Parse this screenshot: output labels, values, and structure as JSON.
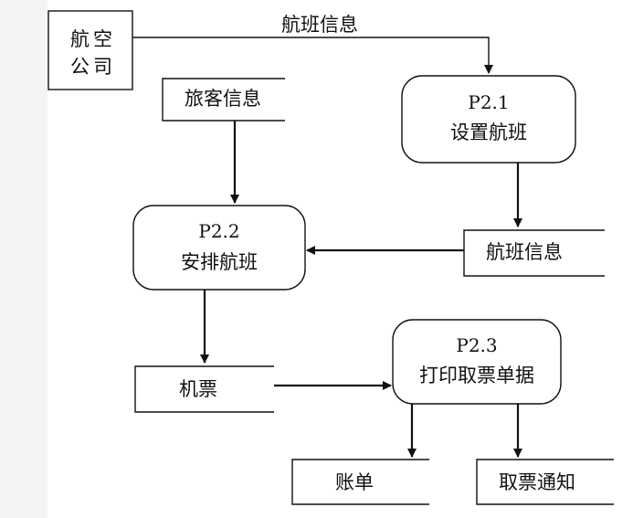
{
  "entity": {
    "line1": "航",
    "line1b": "空",
    "line2": "公",
    "line2b": "司"
  },
  "flows": {
    "flight_info_label": "航班信息"
  },
  "processes": {
    "p21": {
      "id": "P2.1",
      "name": "设置航班"
    },
    "p22": {
      "id": "P2.2",
      "name": "安排航班"
    },
    "p23": {
      "id": "P2.3",
      "name": "打印取票单据"
    }
  },
  "stores": {
    "passenger_info": "旅客信息",
    "flight_info": "航班信息",
    "ticket": "机票",
    "bill": "账单",
    "pickup_notice": "取票通知"
  }
}
